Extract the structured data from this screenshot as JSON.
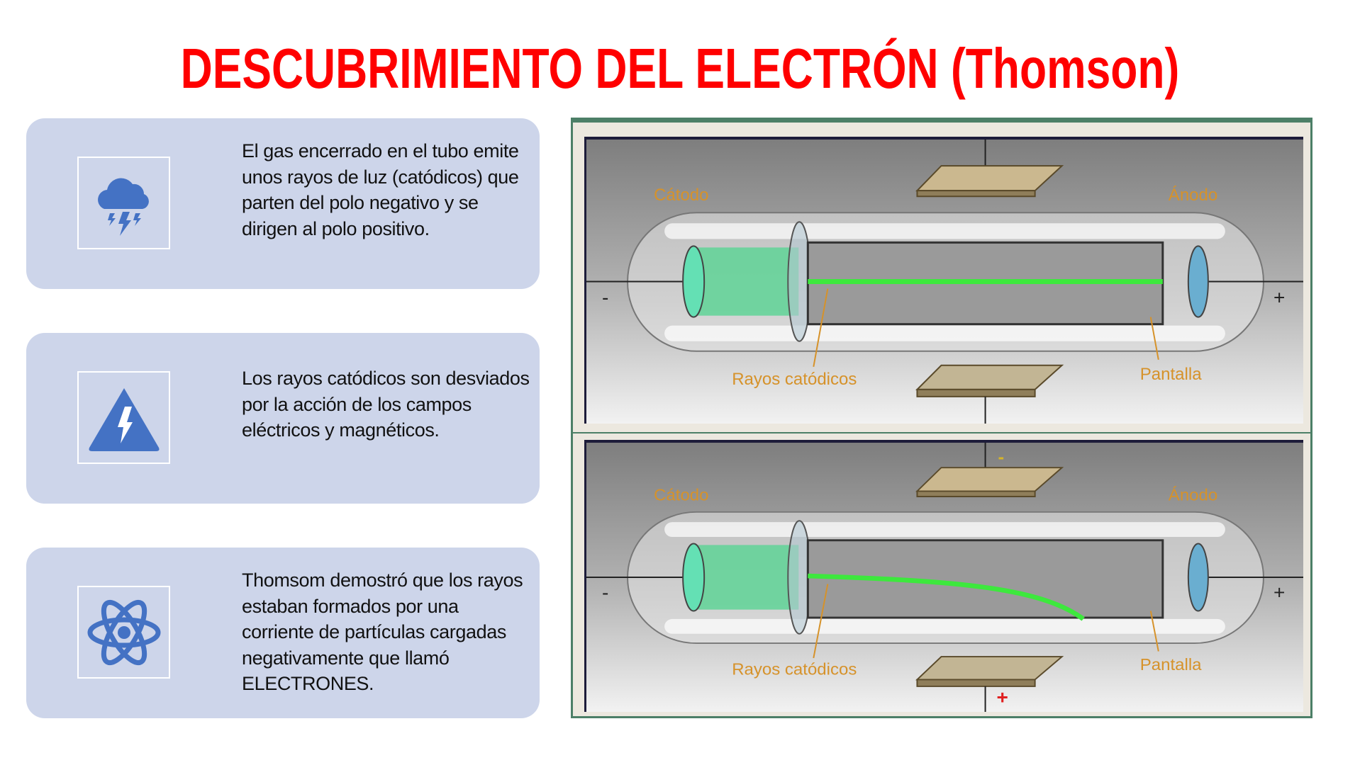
{
  "title": "DESCUBRIMIENTO DEL ELECTRÓN (Thomson)",
  "accent_color": "#ff0000",
  "icon_color": "#4472c4",
  "cards": [
    {
      "icon": "storm-cloud-icon",
      "text": "El gas encerrado en el tubo emite unos rayos de luz (catódicos) que parten del polo negativo y se dirigen al polo positivo."
    },
    {
      "icon": "high-voltage-warning-icon",
      "text": "Los rayos catódicos son desviados por la acción de los campos eléctricos y magnéticos."
    },
    {
      "icon": "atom-icon",
      "text": "Thomsom demostró que los rayos estaban formados por una corriente de partículas cargadas negativamente que llamó ELECTRONES."
    }
  ],
  "diagrams": [
    {
      "cathode": "Cátodo",
      "anode": "Ánodo",
      "rays": "Rayos catódicos",
      "screen": "Pantalla",
      "minus": "-",
      "plus": "+",
      "beam": "straight"
    },
    {
      "cathode": "Cátodo",
      "anode": "Ánodo",
      "rays": "Rayos catódicos",
      "screen": "Pantalla",
      "minus": "-",
      "plus": "+",
      "plate_top_sign": "-",
      "plate_bottom_sign": "+",
      "beam": "deflected-down"
    }
  ]
}
